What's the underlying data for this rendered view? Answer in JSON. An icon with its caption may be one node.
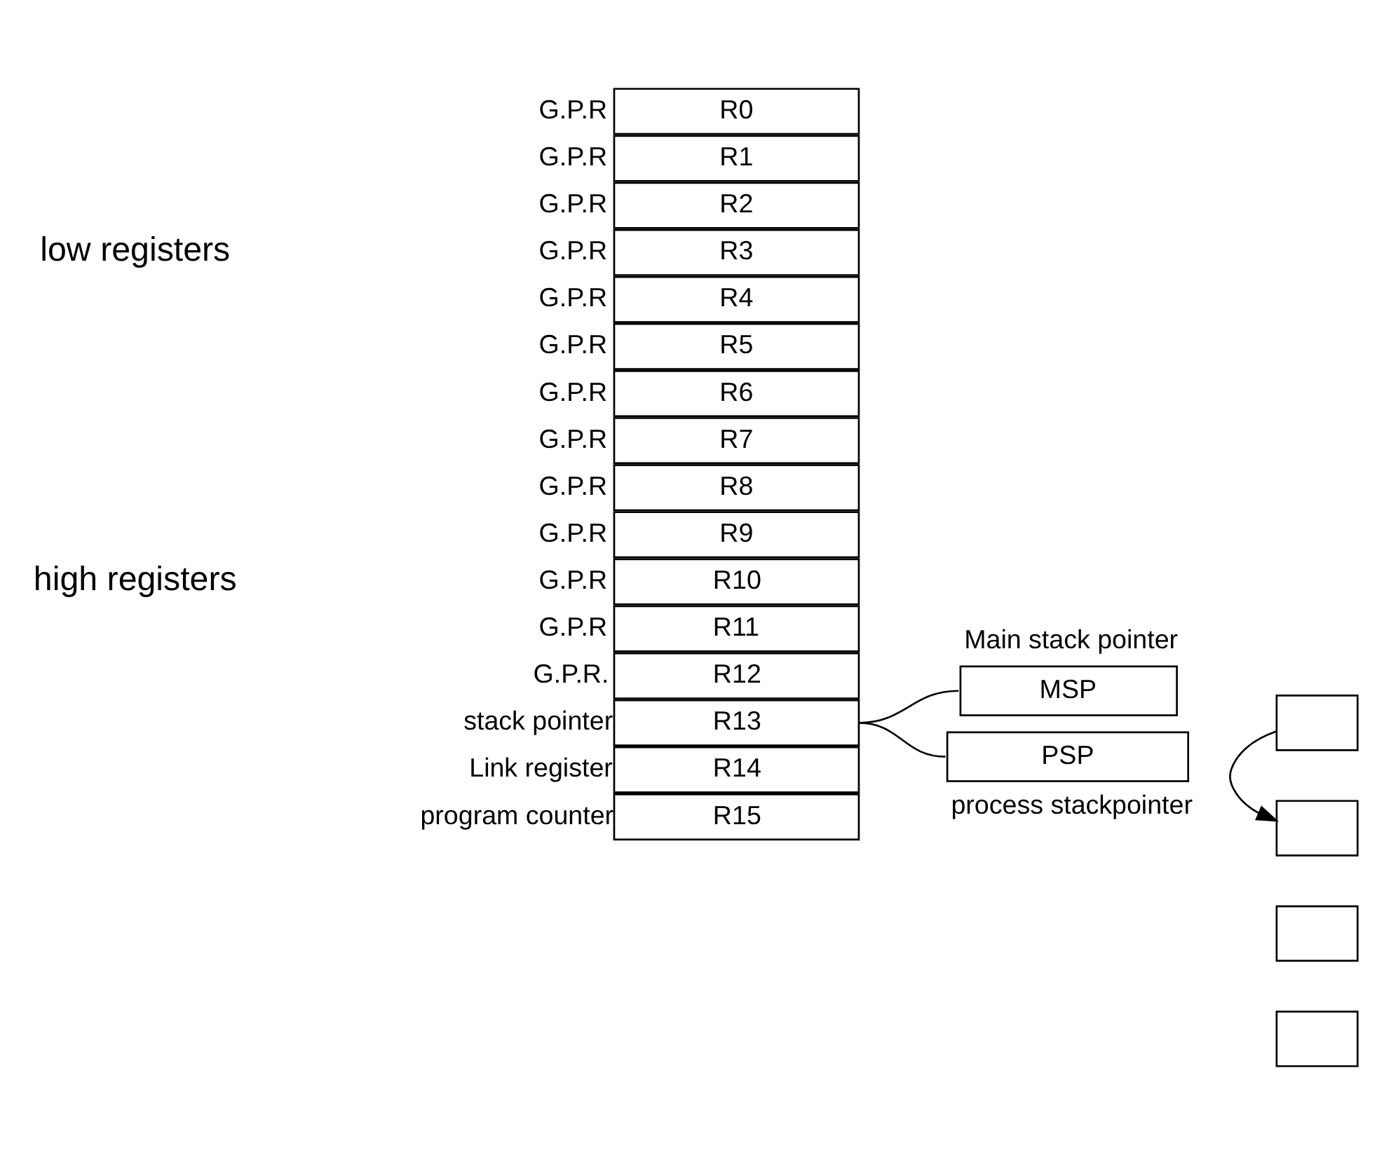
{
  "diagram": {
    "nodes": [
      {
        "text": [
          "R0"
        ],
        "beside": [
          "G.P.R"
        ]
      },
      {
        "text": [
          "R1"
        ],
        "beside": [
          "G.P.R"
        ]
      },
      {
        "text": [
          "R2"
        ],
        "beside": [
          "G.P.R"
        ]
      },
      {
        "text": [
          "R3"
        ],
        "beside": [
          "G.P.R"
        ]
      },
      {
        "text": [
          "R4"
        ],
        "beside": [
          "G.P.R"
        ]
      },
      {
        "text": [
          "R5"
        ],
        "beside": [
          "G.P.R"
        ]
      },
      {
        "text": [
          "R6"
        ],
        "beside": [
          "G.P.R"
        ]
      },
      {
        "text": [
          "R7"
        ],
        "beside": [
          "G.P.R"
        ]
      },
      {
        "text": [
          "R8"
        ],
        "beside": [
          "G.P.R"
        ]
      },
      {
        "text": [
          "R9"
        ],
        "beside": [
          "G.P.R"
        ]
      },
      {
        "text": [
          "R10"
        ],
        "beside": [
          "G.P.R"
        ]
      },
      {
        "text": [
          "R11"
        ],
        "beside": [
          "G.P.R"
        ]
      },
      {
        "text": [
          "R12"
        ],
        "beside": [
          "G.P.R."
        ]
      },
      {
        "text": [
          "R13"
        ],
        "beside": [
          "stack pointer"
        ]
      },
      {
        "text": [
          "R14"
        ],
        "beside": [
          "Link register"
        ]
      },
      {
        "text": [
          "R15"
        ],
        "beside": [
          "program counter"
        ]
      },
      {
        "text": [
          "MSP"
        ],
        "beside": [
          "Main stack pointer"
        ]
      },
      {
        "text": [
          "PSP"
        ],
        "beside": [
          "process stackpointer"
        ]
      },
      {
        "text": [],
        "shape": "box"
      },
      {
        "text": [],
        "shape": "box"
      },
      {
        "text": [],
        "shape": "box"
      },
      {
        "text": [],
        "shape": "box"
      }
    ],
    "edges": [
      {
        "from": 13,
        "to": 16,
        "arrow": "none"
      },
      {
        "from": 13,
        "to": 17,
        "arrow": "none"
      },
      {
        "from": 18,
        "to": 19,
        "arrow": "to"
      }
    ],
    "labels": [
      "low registers",
      "high registers"
    ]
  }
}
